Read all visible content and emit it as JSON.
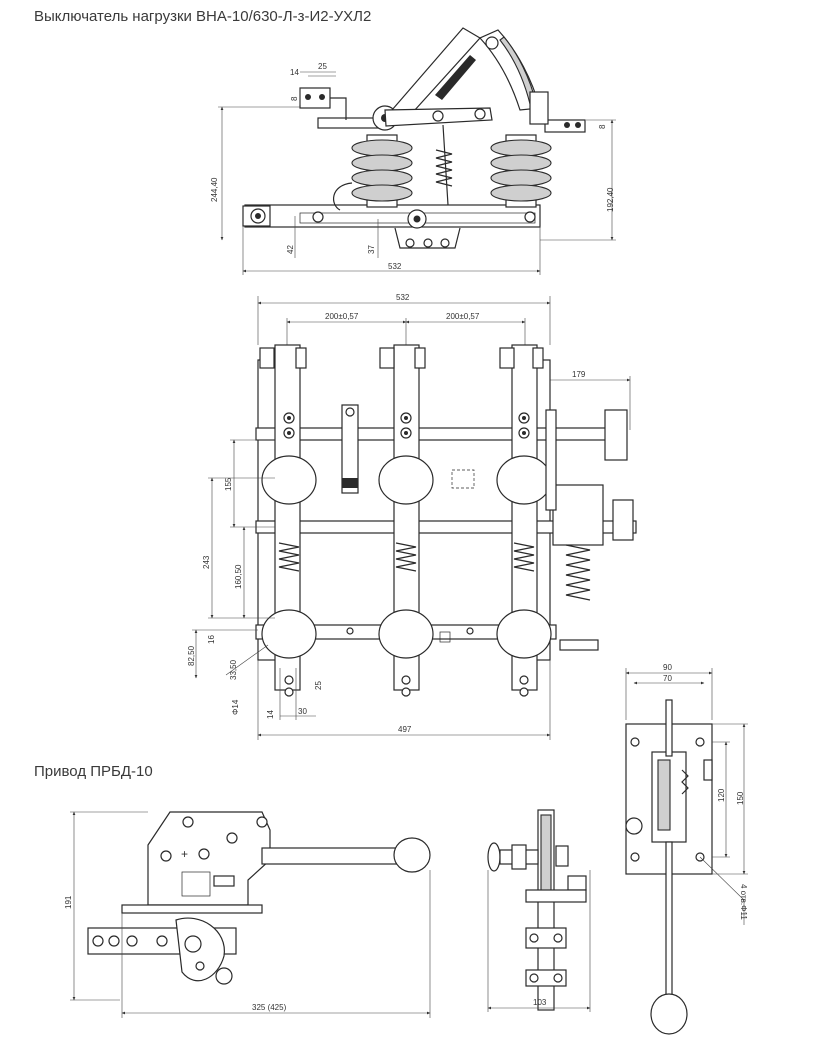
{
  "titles": {
    "switch": "Выключатель нагрузки ВНА-10/630-Л-з-И2-УХЛ2",
    "drive": "Привод ПРБД-10"
  },
  "dims": {
    "d14": "14",
    "d25a": "25",
    "d8a": "8",
    "d8b": "8",
    "d244": "244,40",
    "d192": "192,40",
    "d42": "42",
    "d37": "37",
    "d532a": "532",
    "d532b": "532",
    "d200a": "200±0,57",
    "d200b": "200±0,57",
    "d179": "179",
    "d155": "155",
    "d243": "243",
    "d160": "160,50",
    "d16": "16",
    "d82": "82,50",
    "d33": "33,50",
    "d25b": "25",
    "d14b": "14",
    "d30": "30",
    "dphi14": "Φ14",
    "d497": "497",
    "d90": "90",
    "d70": "70",
    "d120": "120",
    "d150": "150",
    "d4holes": "4 отв.Φ11",
    "d191": "191",
    "d325": "325 (425)",
    "d103": "103"
  },
  "colors": {
    "line": "#2a2a2a",
    "text": "#3a3a3a",
    "fill": "#cfcfcf"
  }
}
